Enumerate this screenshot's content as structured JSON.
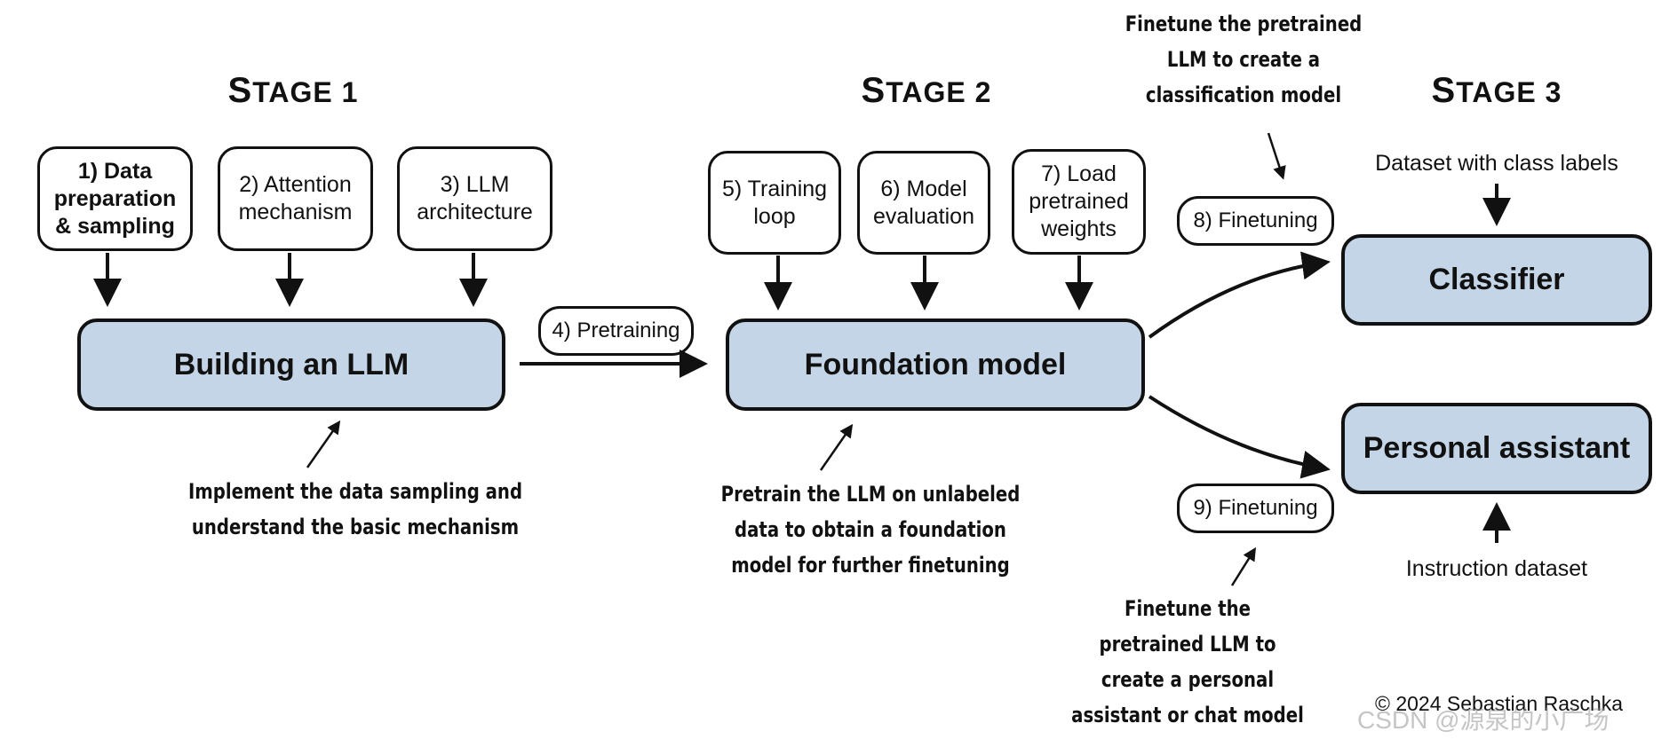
{
  "stages": [
    {
      "big": "S",
      "rest": "TAGE 1"
    },
    {
      "big": "S",
      "rest": "TAGE 2"
    },
    {
      "big": "S",
      "rest": "TAGE 3"
    }
  ],
  "steps": {
    "s1": "1) Data\npreparation\n& sampling",
    "s2": "2) Attention\nmechanism",
    "s3": "3) LLM\narchitecture",
    "s4": "4) Pretraining",
    "s5": "5) Training\nloop",
    "s6": "6) Model\nevaluation",
    "s7": "7) Load\npretrained\nweights",
    "s8": "8) Finetuning",
    "s9": "9) Finetuning"
  },
  "main_boxes": {
    "building": "Building an LLM",
    "foundation": "Foundation model",
    "classifier": "Classifier",
    "assistant": "Personal assistant"
  },
  "notes": {
    "stage1": "Implement the data sampling and\nunderstand the basic mechanism",
    "stage2": "Pretrain the LLM on unlabeled\ndata to obtain a foundation\nmodel for further finetuning",
    "classification": "Finetune the pretrained\nLLM to create a\nclassification model",
    "assistant": "Finetune the\npretrained LLM to\ncreate a personal\nassistant or chat model"
  },
  "inputs": {
    "class_labels": "Dataset with class labels",
    "instruction": "Instruction dataset"
  },
  "copyright": "© 2024 Sebastian Raschka",
  "watermark": "CSDN @源泉的小广场",
  "colors": {
    "box_fill": "#c3d5e6",
    "stroke": "#111111"
  }
}
